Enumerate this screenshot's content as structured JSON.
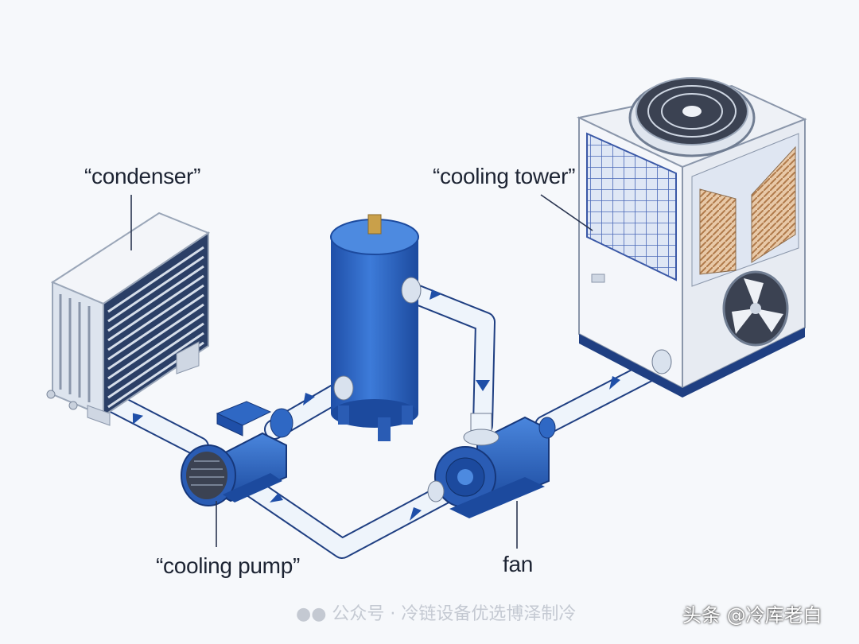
{
  "labels": {
    "condenser": "“condenser”",
    "cooling_tower": "“cooling tower”",
    "cooling_pump": "“cooling pump”",
    "fan": "fan"
  },
  "watermark": {
    "primary": "公众号 · 冷链设备优选博泽制冷",
    "secondary": "头条 @冷库老白"
  },
  "colors": {
    "equipment_blue": "#2f68c4",
    "pipe_light": "#eef4fb",
    "arrow_blue": "#1f4fa8",
    "leader_line": "#2a3550"
  }
}
